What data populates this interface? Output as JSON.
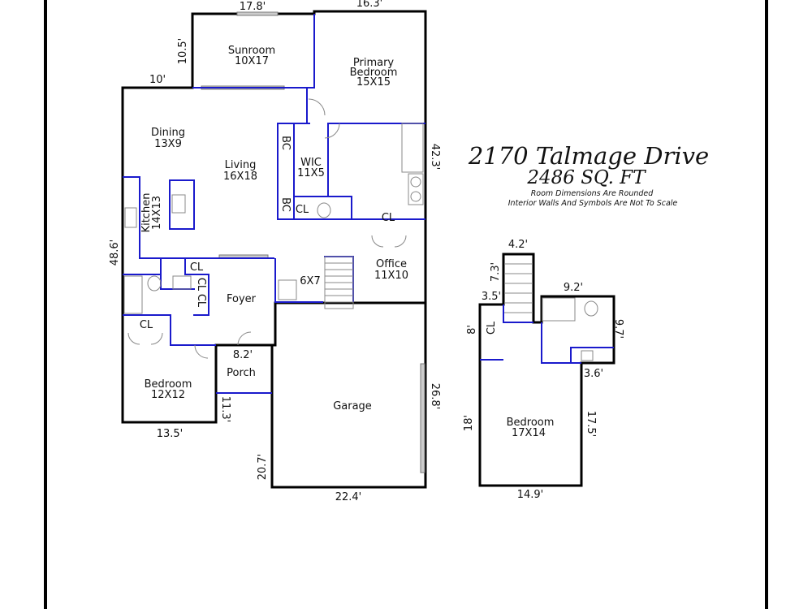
{
  "title": {
    "address": "2170 Talmage Drive",
    "area": "2486 SQ. FT",
    "note1": "Room Dimensions Are Rounded",
    "note2": "Interior Walls And Symbols Are Not To Scale"
  },
  "rooms": {
    "sunroom": {
      "name": "Sunroom",
      "size": "10X17"
    },
    "primary": {
      "name1": "Primary",
      "name2": "Bedroom",
      "size": "15X15"
    },
    "dining": {
      "name": "Dining",
      "size": "13X9"
    },
    "living": {
      "name": "Living",
      "size": "16X18"
    },
    "wic": {
      "name": "WIC",
      "size": "11X5"
    },
    "kitchen": {
      "name": "Kitchen",
      "size": "14X13"
    },
    "office": {
      "name": "Office",
      "size": "11X10"
    },
    "laundry": {
      "size": "6X7"
    },
    "foyer": {
      "name": "Foyer"
    },
    "porch": {
      "name": "Porch"
    },
    "bedroom1": {
      "name": "Bedroom",
      "size": "12X12"
    },
    "garage": {
      "name": "Garage"
    },
    "bedroom2": {
      "name": "Bedroom",
      "size": "17X14"
    },
    "bc": "BC",
    "cl": "CL"
  },
  "dims": {
    "d17_8": "17.8'",
    "d16_3": "16.3'",
    "d10_5": "10.5'",
    "d10": "10'",
    "d42_3": "42.3'",
    "d48_6": "48.6'",
    "d8_2": "8.2'",
    "d11_3": "11.3'",
    "d13_5": "13.5'",
    "d26_8": "26.8'",
    "d20_7": "20.7'",
    "d22_4": "22.4'",
    "d4_2": "4.2'",
    "d7_3": "7.3'",
    "d3_5": "3.5'",
    "d9_2": "9.2'",
    "d8": "8'",
    "d9_7": "9.7'",
    "d3_6": "3.6'",
    "d18": "18'",
    "d17_5": "17.5'",
    "d14_9": "14.9'"
  }
}
